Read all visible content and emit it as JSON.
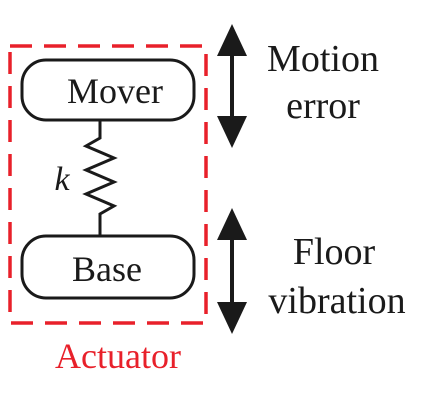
{
  "diagram": {
    "mover_label": "Mover",
    "base_label": "Base",
    "spring_label": "k",
    "actuator_label": "Actuator",
    "motion_error_line1": "Motion",
    "motion_error_line2": "error",
    "floor_vibration_line1": "Floor",
    "floor_vibration_line2": "vibration"
  },
  "colors": {
    "actuator_red": "#e8202a",
    "ink": "#1a1a1a"
  }
}
